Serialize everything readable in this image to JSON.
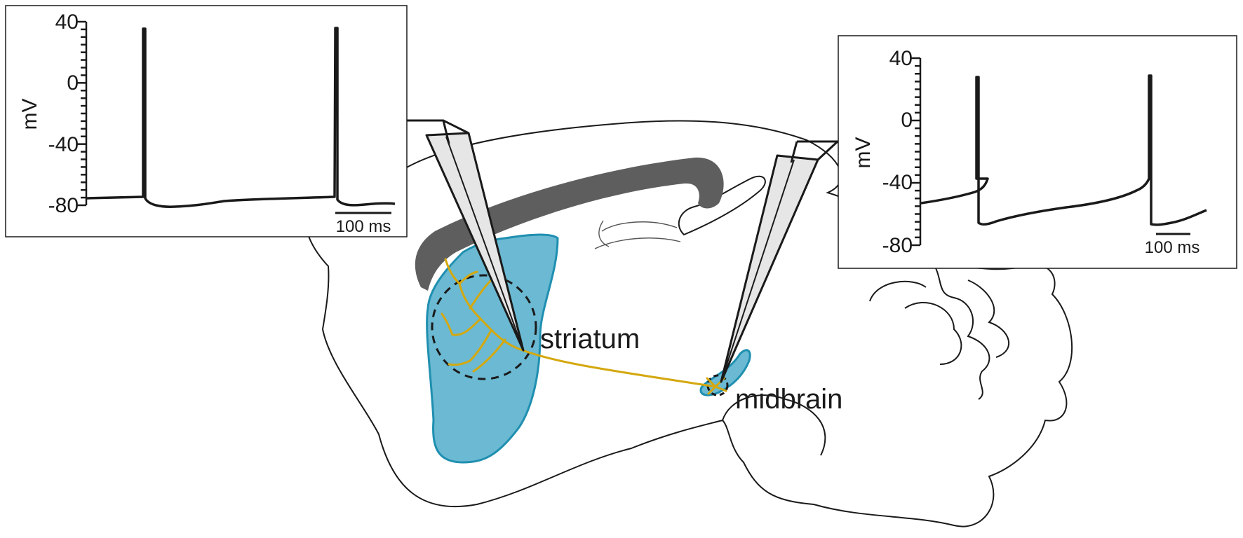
{
  "colors": {
    "region_fill": "#6bb9d2",
    "region_stroke": "#1f8fb0",
    "axon": "#d4a80f",
    "ventricle": "#5e5e5e",
    "pipette_fill": "#e6e6e6",
    "trace": "#1a1a1a"
  },
  "labels": {
    "striatum": "striatum",
    "midbrain": "midbrain"
  },
  "recordings": [
    {
      "id": "striatum-recording",
      "y_label": "mV",
      "y_ticks": [
        "40",
        "0",
        "-40",
        "-80"
      ],
      "ylim": [
        -80,
        40
      ],
      "scale_bar": "100 ms",
      "resting_mv": -74,
      "spike_peak_mv": 35
    },
    {
      "id": "midbrain-recording",
      "y_label": "mV",
      "y_ticks": [
        "40",
        "0",
        "-40",
        "-80"
      ],
      "ylim": [
        -80,
        40
      ],
      "scale_bar": "100 ms",
      "resting_mv": -55,
      "spike_peak_mv": 29
    }
  ],
  "icons": [
    "recording-pipette-icon",
    "neuron-axon-icon",
    "brain-slice-icon"
  ]
}
